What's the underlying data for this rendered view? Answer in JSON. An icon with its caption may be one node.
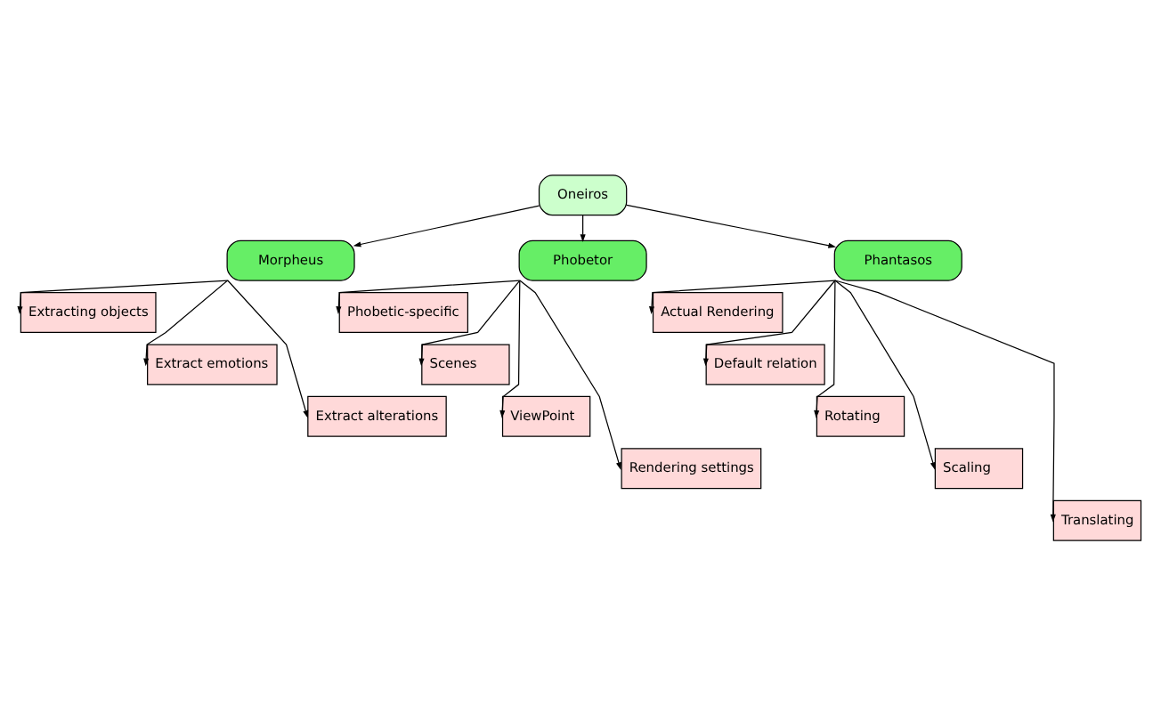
{
  "diagram": {
    "nodes": [
      {
        "text": [
          "Oneiros"
        ]
      },
      {
        "text": [
          "Morpheus"
        ]
      },
      {
        "text": [
          "Phobetor"
        ]
      },
      {
        "text": [
          "Phantasos"
        ]
      },
      {
        "text": [
          "Extracting objects"
        ]
      },
      {
        "text": [
          "Extract emotions"
        ]
      },
      {
        "text": [
          "Extract alterations"
        ]
      },
      {
        "text": [
          "Phobetic-specific"
        ]
      },
      {
        "text": [
          "Scenes"
        ]
      },
      {
        "text": [
          "ViewPoint"
        ]
      },
      {
        "text": [
          "Rendering settings"
        ]
      },
      {
        "text": [
          "Actual Rendering"
        ]
      },
      {
        "text": [
          "Default relation"
        ]
      },
      {
        "text": [
          "Rotating"
        ]
      },
      {
        "text": [
          "Scaling"
        ]
      },
      {
        "text": [
          "Translating"
        ]
      }
    ],
    "edges": [
      {
        "from": 0,
        "to": 1,
        "arrow": "to"
      },
      {
        "from": 0,
        "to": 2,
        "arrow": "to"
      },
      {
        "from": 0,
        "to": 3,
        "arrow": "to"
      },
      {
        "from": 1,
        "to": 4,
        "arrow": "to"
      },
      {
        "from": 1,
        "to": 5,
        "arrow": "to"
      },
      {
        "from": 1,
        "to": 6,
        "arrow": "to"
      },
      {
        "from": 2,
        "to": 7,
        "arrow": "to"
      },
      {
        "from": 2,
        "to": 8,
        "arrow": "to"
      },
      {
        "from": 2,
        "to": 9,
        "arrow": "to"
      },
      {
        "from": 2,
        "to": 10,
        "arrow": "to"
      },
      {
        "from": 3,
        "to": 11,
        "arrow": "to"
      },
      {
        "from": 3,
        "to": 12,
        "arrow": "to"
      },
      {
        "from": 3,
        "to": 13,
        "arrow": "to"
      },
      {
        "from": 3,
        "to": 14,
        "arrow": "to"
      },
      {
        "from": 3,
        "to": 15,
        "arrow": "to"
      }
    ]
  }
}
